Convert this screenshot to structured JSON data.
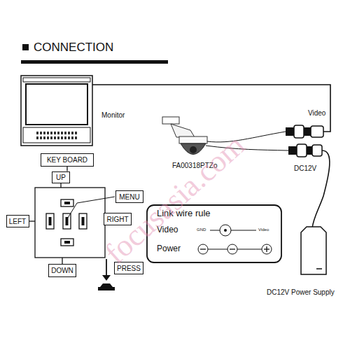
{
  "diagram": {
    "title": "CONNECTION",
    "nodes": [
      {
        "text": [
          "KEY BOARD"
        ]
      },
      {
        "text": [
          "UP"
        ]
      },
      {
        "text": [
          "MENU"
        ]
      },
      {
        "text": [
          "LEFT"
        ]
      },
      {
        "text": [
          "RIGHT"
        ]
      },
      {
        "text": [
          "DOWN"
        ]
      },
      {
        "text": [
          "PRESS"
        ]
      },
      {
        "text": [
          "Link wire rule"
        ]
      }
    ],
    "edges": [
      {
        "from": 0,
        "to": 1,
        "arrow": "none"
      }
    ],
    "labels": [
      "Monitor",
      "FA00318PTZo",
      "Video",
      "DC12V",
      "DC12V Power Supply",
      "Video",
      "GND",
      "Video",
      "Power",
      "focusasia.com"
    ]
  }
}
